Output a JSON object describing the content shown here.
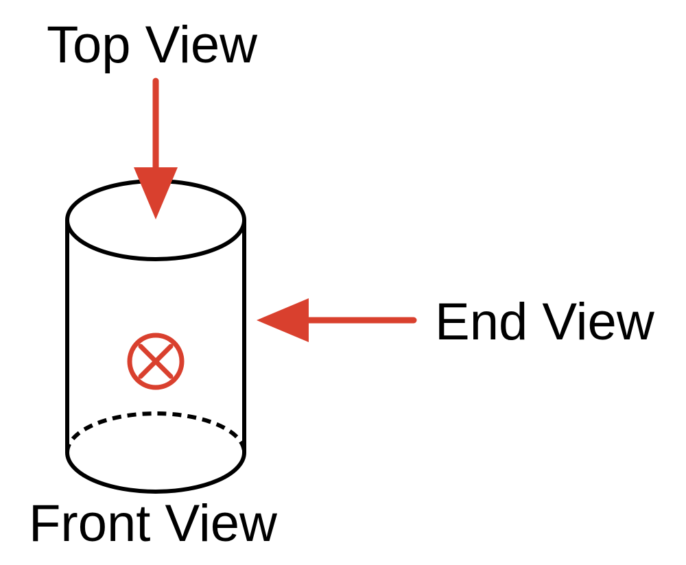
{
  "labels": {
    "top_view": "Top View",
    "end_view": "End View",
    "front_view": "Front View"
  },
  "colors": {
    "outline": "#000000",
    "arrow": "#d9402e",
    "background": "#ffffff"
  },
  "icons": {
    "viewing_direction_marker": "circled-x-icon"
  }
}
